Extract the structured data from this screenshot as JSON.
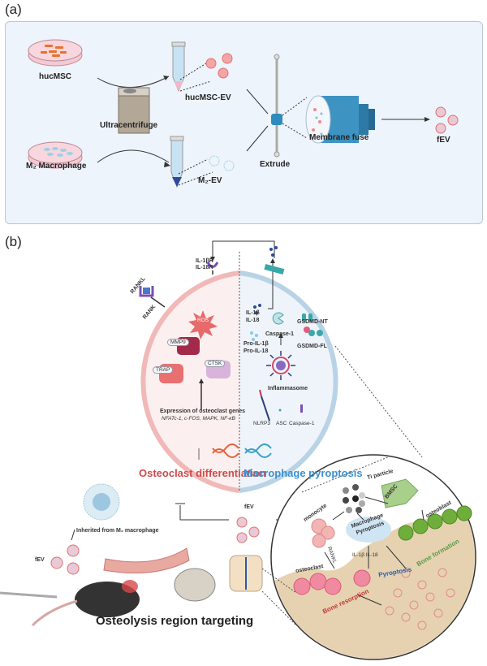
{
  "panel_a": {
    "label": "(a)",
    "sources": [
      {
        "name": "hucMSC"
      },
      {
        "name": "M₂ Macrophage"
      }
    ],
    "equipment": "Ultracentrifuge",
    "products": [
      {
        "name": "hucMSC-EV"
      },
      {
        "name": "M₂-EV"
      }
    ],
    "steps": {
      "extrude": "Extrude",
      "membrane": "Membrane fuse",
      "result": "fEV"
    }
  },
  "panel_b": {
    "label": "(b)",
    "receptors": {
      "il_receptor": [
        "IL-1βR",
        "IL-18R"
      ],
      "rankl": "RANKL",
      "rank": "RANK"
    },
    "osteoclast_side": {
      "ros": "ROS",
      "proteins": [
        "MMP9",
        "TRAP",
        "CTSK"
      ],
      "gene_expression_title": "Expression of osteoclast genes",
      "gene_list": "NFATc-1,  c-FOS, MAPK, NF-κB",
      "process_label": "Osteoclast differentiation"
    },
    "macrophage_side": {
      "cytokines": [
        "IL-1β",
        "IL-18"
      ],
      "pro_cytokines": [
        "Pro-IL-1β",
        "Pro-IL-18"
      ],
      "caspase": "Caspase-1",
      "gsdmd_nt": "GSDMD-NT",
      "gsdmd_fl": "GSDMD-FL",
      "inflammasome": "Inflammasome",
      "components": [
        "NLRP3",
        "ASC",
        "Caspase-1"
      ],
      "process_label": "Macrophage pyroptosis"
    },
    "bottom": {
      "inherited": "Inherited from M₂ macrophage",
      "fev_left": "fEV",
      "fev_center": "fEV",
      "targeting": "Osteolysis region targeting"
    },
    "zoom_circle": {
      "ti_particle": "Ti particle",
      "bmsc": "BMSC",
      "monocyte": "monocyte",
      "macrophage_pyroptosis": [
        "Macrophage",
        "Pyroptosis"
      ],
      "osteoblast": "osteoblast",
      "rankl": "RANKL",
      "cytokines": "IL-1β IL-18",
      "osteoclast": "osteoclast",
      "pyroptosis": "Pyroptosis",
      "bone_formation": "Bone formation",
      "bone_resorption": "Bone resorption"
    }
  },
  "colors": {
    "panel_bg": "#eef4fb",
    "osteoclast_red": "#d04a4a",
    "macrophage_blue": "#3a8fd0",
    "bone_formation_green": "#5a9a4a",
    "bone_bg": "#e6d2b0"
  }
}
